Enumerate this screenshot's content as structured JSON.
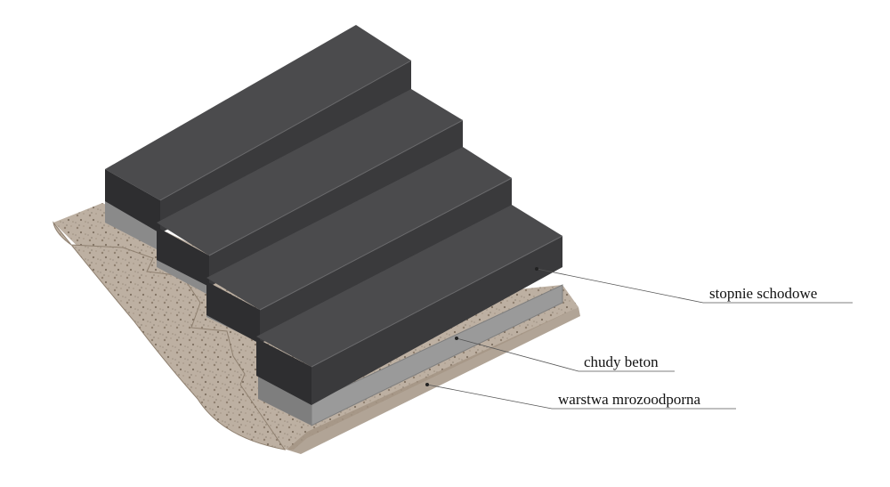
{
  "labels": {
    "steps": "stopnie schodowe",
    "lean_concrete": "chudy beton",
    "frost_layer": "warstwa mrozoodporna"
  },
  "colors": {
    "step_top": "#4b4b4d",
    "step_front": "#303032",
    "step_edge": "#6a6a6c",
    "concrete": "#9a9a9a",
    "concrete_dark": "#7e7e7e",
    "gravel": "#bdb0a2",
    "gravel_dark": "#8f8070",
    "leader": "#555555"
  }
}
